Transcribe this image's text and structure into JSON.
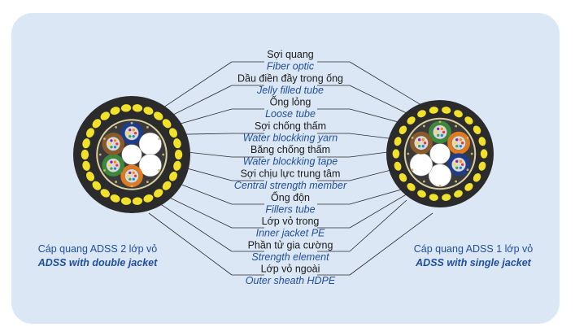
{
  "colors": {
    "panel": "#dbe7f5",
    "label_vi": "#1a1a1a",
    "label_en": "#1f4e9c",
    "caption": "#1f4e9c",
    "leader": "#2b2b2b",
    "sheath": "#2b2b2b",
    "yarn": "#f2e12b",
    "tube_blue": "#1e3c8c",
    "tube_green": "#3a8a3a",
    "tube_orange": "#e07a1f",
    "tube_brown": "#8b5a2b",
    "filler": "#ffffff"
  },
  "components": [
    {
      "vi": "Sợi quang",
      "en": "Fiber optic"
    },
    {
      "vi": "Dầu điền đầy trong ống",
      "en": "Jelly filled tube"
    },
    {
      "vi": "Ống lỏng",
      "en": "Loose tube"
    },
    {
      "vi": "Sợi chống thấm",
      "en": "Water blockking yarn"
    },
    {
      "vi": "Băng chống thấm",
      "en": "Water blockking tape"
    },
    {
      "vi": "Sợi chịu lực trung tâm",
      "en": "Central strength member"
    },
    {
      "vi": "Ống độn",
      "en": "Fillers tube"
    },
    {
      "vi": "Lớp vỏ trong",
      "en": "Inner jacket PE"
    },
    {
      "vi": "Phần tử gia cường",
      "en": "Strength element"
    },
    {
      "vi": "Lớp vỏ ngoài",
      "en": "Outer sheath HDPE"
    }
  ],
  "cables": {
    "double": {
      "title_vi": "Cáp quang ADSS 2 lớp vỏ",
      "title_en": "ADSS with double jacket"
    },
    "single": {
      "title_vi": "Cáp quang ADSS 1 lớp vỏ",
      "title_en": "ADSS with single jacket"
    }
  }
}
